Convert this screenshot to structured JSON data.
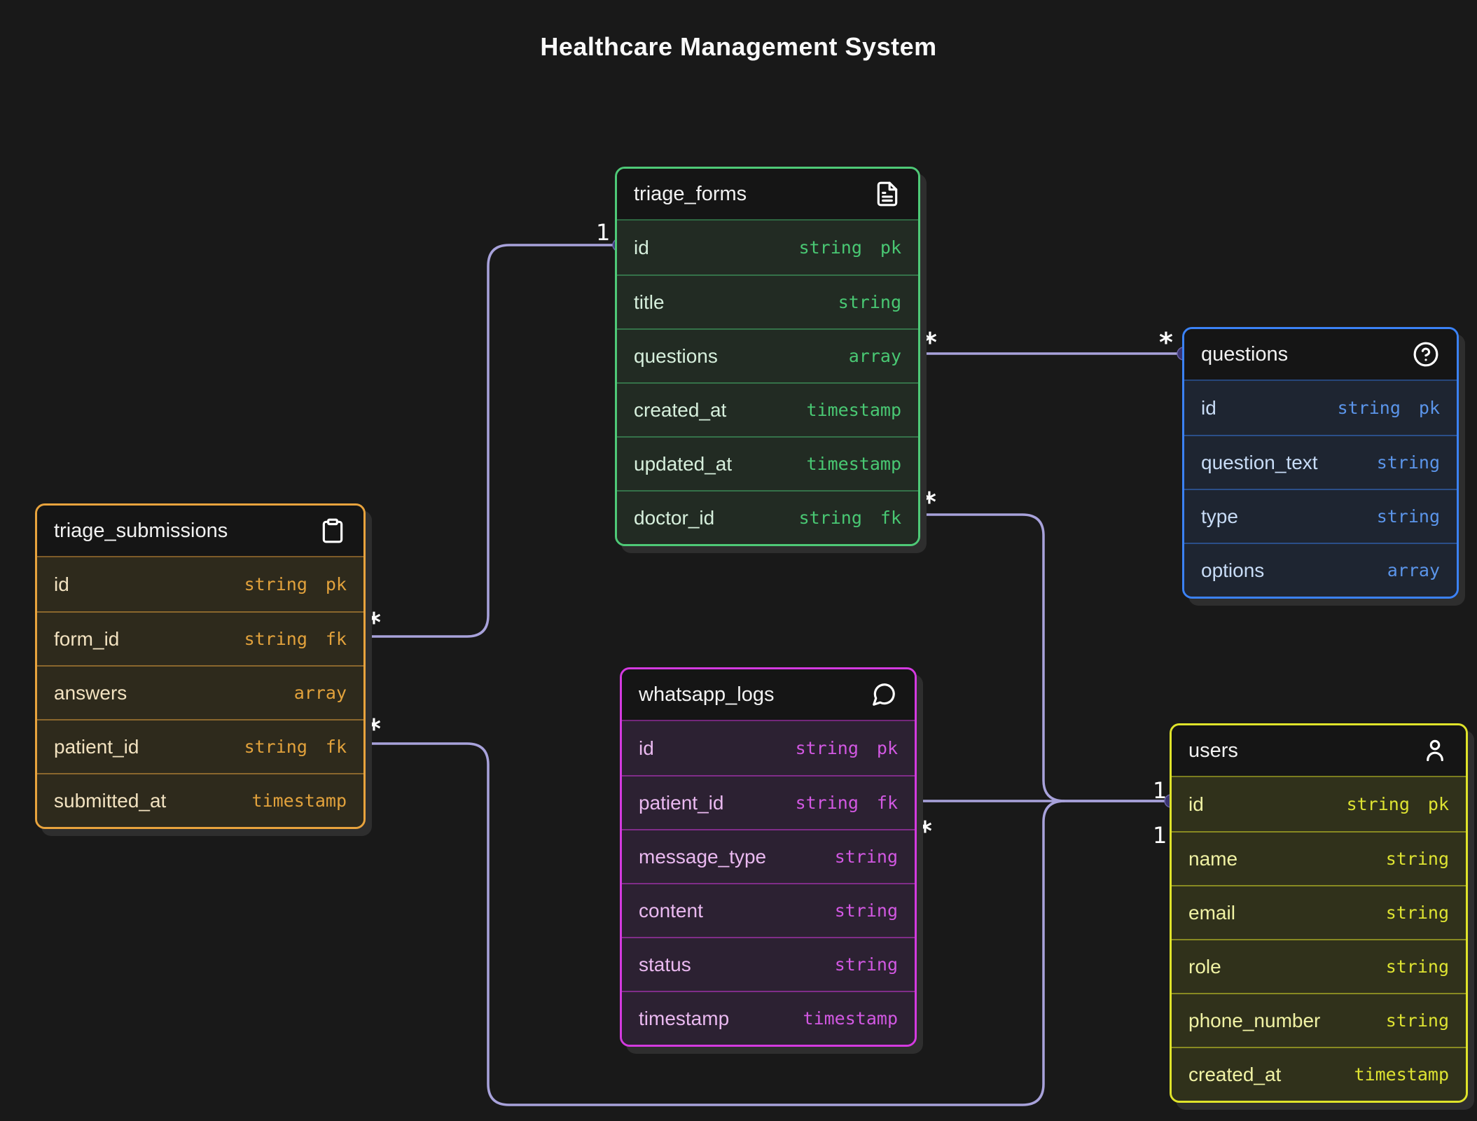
{
  "title": "Healthcare Management System",
  "colors": {
    "background": "#191919",
    "connector_line": "#a8a2db",
    "connector_dot": "#3a3472",
    "cardinality_label": "#ffffff",
    "table_accents": {
      "triage_forms": "#4ec977",
      "questions": "#3b82f6",
      "triage_submissions": "#e8a33d",
      "whatsapp_logs": "#d43ae0",
      "users": "#dfe32a"
    }
  },
  "tables": [
    {
      "name": "triage_forms",
      "icon": "file-text-icon",
      "fields": [
        {
          "name": "id",
          "type": "string",
          "key": "pk"
        },
        {
          "name": "title",
          "type": "string",
          "key": ""
        },
        {
          "name": "questions",
          "type": "array",
          "key": ""
        },
        {
          "name": "created_at",
          "type": "timestamp",
          "key": ""
        },
        {
          "name": "updated_at",
          "type": "timestamp",
          "key": ""
        },
        {
          "name": "doctor_id",
          "type": "string",
          "key": "fk"
        }
      ]
    },
    {
      "name": "questions",
      "icon": "help-circle-icon",
      "fields": [
        {
          "name": "id",
          "type": "string",
          "key": "pk"
        },
        {
          "name": "question_text",
          "type": "string",
          "key": ""
        },
        {
          "name": "type",
          "type": "string",
          "key": ""
        },
        {
          "name": "options",
          "type": "array",
          "key": ""
        }
      ]
    },
    {
      "name": "triage_submissions",
      "icon": "clipboard-icon",
      "fields": [
        {
          "name": "id",
          "type": "string",
          "key": "pk"
        },
        {
          "name": "form_id",
          "type": "string",
          "key": "fk"
        },
        {
          "name": "answers",
          "type": "array",
          "key": ""
        },
        {
          "name": "patient_id",
          "type": "string",
          "key": "fk"
        },
        {
          "name": "submitted_at",
          "type": "timestamp",
          "key": ""
        }
      ]
    },
    {
      "name": "whatsapp_logs",
      "icon": "message-bubble-icon",
      "fields": [
        {
          "name": "id",
          "type": "string",
          "key": "pk"
        },
        {
          "name": "patient_id",
          "type": "string",
          "key": "fk"
        },
        {
          "name": "message_type",
          "type": "string",
          "key": ""
        },
        {
          "name": "content",
          "type": "string",
          "key": ""
        },
        {
          "name": "status",
          "type": "string",
          "key": ""
        },
        {
          "name": "timestamp",
          "type": "timestamp",
          "key": ""
        }
      ]
    },
    {
      "name": "users",
      "icon": "user-icon",
      "fields": [
        {
          "name": "id",
          "type": "string",
          "key": "pk"
        },
        {
          "name": "name",
          "type": "string",
          "key": ""
        },
        {
          "name": "email",
          "type": "string",
          "key": ""
        },
        {
          "name": "role",
          "type": "string",
          "key": ""
        },
        {
          "name": "phone_number",
          "type": "string",
          "key": ""
        },
        {
          "name": "created_at",
          "type": "timestamp",
          "key": ""
        }
      ]
    }
  ],
  "relationships": [
    {
      "from": "triage_submissions.form_id",
      "to": "triage_forms.id",
      "from_label": "*",
      "to_label": "1"
    },
    {
      "from": "triage_forms.questions",
      "to": "questions",
      "from_label": "*",
      "to_label": "*"
    },
    {
      "from": "triage_forms.doctor_id",
      "to": "users.id",
      "from_label": "*",
      "to_label": "1"
    },
    {
      "from": "whatsapp_logs.patient_id",
      "to": "users.id",
      "from_label": "*",
      "to_label": "1"
    },
    {
      "from": "triage_submissions.patient_id",
      "to": "users.id",
      "from_label": "*",
      "to_label": "1"
    }
  ]
}
